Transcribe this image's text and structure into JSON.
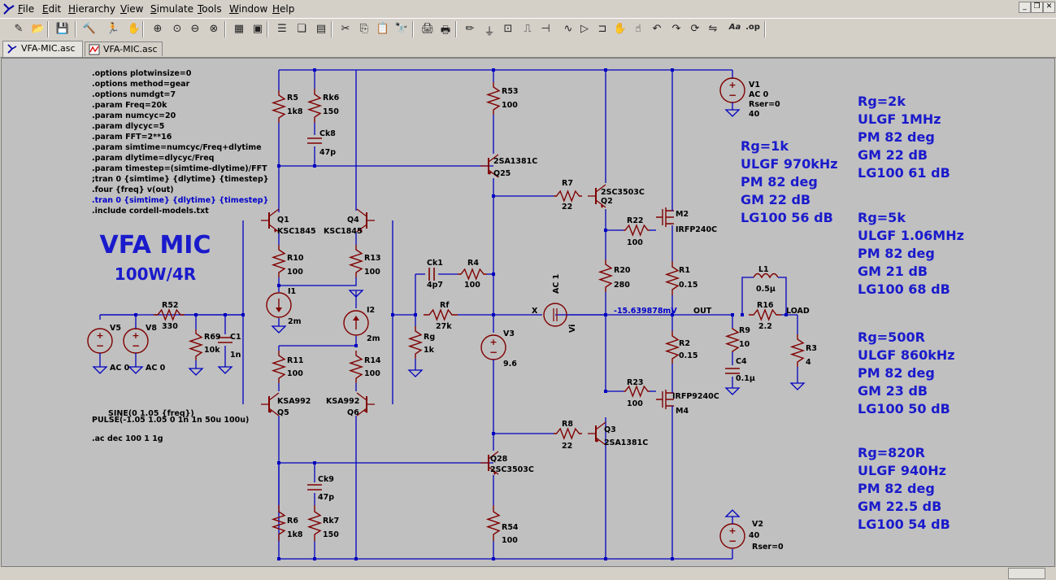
{
  "menu": [
    "File",
    "Edit",
    "Hierarchy",
    "View",
    "Simulate",
    "Tools",
    "Window",
    "Help"
  ],
  "tabs": [
    {
      "label": "VFA-MIC.asc",
      "active": true
    },
    {
      "label": "VFA-MIC.asc",
      "active": false
    }
  ],
  "toolbar_icons": [
    "new-schematic-icon",
    "open-icon",
    "save-icon",
    "control-panel-icon",
    "run-icon",
    "halt-icon",
    "zoom-in-icon",
    "zoom-full-icon",
    "zoom-out-icon",
    "zoom-cancel-icon",
    "view-netlist-icon",
    "fit-icon",
    "tile-horizontal-icon",
    "cascade-icon",
    "close-all-icon",
    "cut-icon",
    "copy-icon",
    "paste-icon",
    "find-icon",
    "print-setup-icon",
    "print-icon",
    "wire-icon",
    "ground-icon",
    "label-net-icon",
    "resistor-icon",
    "capacitor-icon",
    "inductor-icon",
    "diode-icon",
    "component-icon",
    "move-icon",
    "drag-icon",
    "undo-icon",
    "redo-icon",
    "rotate-icon",
    "mirror-icon",
    "text-icon",
    "spice-directive-icon"
  ],
  "directives": [
    ".options plotwinsize=0",
    ".options method=gear",
    ".options numdgt=7",
    ".param Freq=20k",
    ".param numcyc=20",
    ".param dlycyc=5",
    ".param FFT=2**16",
    ".param simtime=numcyc/Freq+dlytime",
    ".param dlytime=dlycyc/Freq",
    ".param timestep=(simtime-dlytime)/FFT",
    ";tran 0 {simtime} {dlytime} {timestep}",
    ".four {freq} v(out)",
    ".tran 0 {simtime} {dlytime} {timestep}",
    ".include cordell-models.txt"
  ],
  "title": "VFA MIC",
  "subtitle": "100W/4R",
  "sine_label": "SINE(0 1.05 {freq})",
  "pulse_label": "PULSE(-1.05 1.05 0 1n 1n 50u 100u)",
  "ac_label": ".ac dec 100 1 1g",
  "probe_value": "-15.639878mV",
  "components": {
    "R5": {
      "name": "R5",
      "value": "1k8"
    },
    "Rk6": {
      "name": "Rk6",
      "value": "150"
    },
    "Ck8": {
      "name": "Ck8",
      "value": "47p"
    },
    "R53": {
      "name": "R53",
      "value": "100"
    },
    "Q25": {
      "name": "Q25",
      "model": "2SA1381C"
    },
    "R7": {
      "name": "R7",
      "value": "22"
    },
    "Q2": {
      "name": "Q2",
      "model": "2SC3503C"
    },
    "M2": {
      "name": "M2",
      "model": "IRFP240C"
    },
    "R22": {
      "name": "R22",
      "value": "100"
    },
    "V1": {
      "name": "V1",
      "ac": "AC 0",
      "rser": "Rser=0",
      "value": "40"
    },
    "Q1": {
      "name": "Q1",
      "model": "KSC1845"
    },
    "Q4": {
      "name": "Q4",
      "model": "KSC1845"
    },
    "R10": {
      "name": "R10",
      "value": "100"
    },
    "R13": {
      "name": "R13",
      "value": "100"
    },
    "I1": {
      "name": "I1",
      "value": "2m"
    },
    "I2": {
      "name": "I2",
      "value": "2m"
    },
    "Ck1": {
      "name": "Ck1",
      "value": "4p7"
    },
    "R4": {
      "name": "R4",
      "value": "100"
    },
    "R20": {
      "name": "R20",
      "value": "280"
    },
    "R1": {
      "name": "R1",
      "value": "0.15"
    },
    "L1": {
      "name": "L1",
      "value": "0.5µ"
    },
    "AC1": {
      "name": "AC 1",
      "pin_x": "X",
      "pin_vi": "Vi"
    },
    "R52": {
      "name": "R52",
      "value": "330"
    },
    "V5": {
      "name": "V5",
      "ac": "AC 0"
    },
    "V8": {
      "name": "V8",
      "ac": "AC 0"
    },
    "R69": {
      "name": "R69",
      "value": "10k"
    },
    "C1": {
      "name": "C1",
      "value": "1n"
    },
    "Rf": {
      "name": "Rf",
      "value": "27k"
    },
    "Rg": {
      "name": "Rg",
      "value": "1k"
    },
    "V3": {
      "name": "V3",
      "value": "9.6"
    },
    "R9": {
      "name": "R9",
      "value": "10"
    },
    "R16": {
      "name": "R16",
      "value": "2.2"
    },
    "C4": {
      "name": "C4",
      "value": "0.1µ"
    },
    "R3": {
      "name": "R3",
      "value": "4"
    },
    "R2": {
      "name": "R2",
      "value": "0.15"
    },
    "R11": {
      "name": "R11",
      "value": "100"
    },
    "R14": {
      "name": "R14",
      "value": "100"
    },
    "Q5": {
      "name": "Q5",
      "model": "KSA992"
    },
    "Q6": {
      "name": "Q6",
      "model": "KSA992"
    },
    "R23": {
      "name": "R23",
      "value": "100"
    },
    "M4": {
      "name": "M4",
      "model": "IRFP9240C"
    },
    "R8": {
      "name": "R8",
      "value": "22"
    },
    "Q3": {
      "name": "Q3",
      "model": "2SA1381C"
    },
    "Q28": {
      "name": "Q28",
      "model": "2SC3503C"
    },
    "Ck9": {
      "name": "Ck9",
      "value": "47p"
    },
    "R6": {
      "name": "R6",
      "value": "1k8"
    },
    "Rk7": {
      "name": "Rk7",
      "value": "150"
    },
    "R54": {
      "name": "R54",
      "value": "100"
    },
    "V2": {
      "name": "V2",
      "value": "40",
      "rser": "Rser=0"
    }
  },
  "net_labels": {
    "out": "OUT",
    "load": "LOAD"
  },
  "results": [
    {
      "rg": "Rg=1k",
      "ulgf": "ULGF 970kHz",
      "pm": "PM 82 deg",
      "gm": "GM 22 dB",
      "lg": "LG100 56 dB"
    },
    {
      "rg": "Rg=2k",
      "ulgf": "ULGF 1MHz",
      "pm": "PM 82 deg",
      "gm": "GM 22 dB",
      "lg": "LG100 61 dB"
    },
    {
      "rg": "Rg=5k",
      "ulgf": "ULGF 1.06MHz",
      "pm": "PM 82 deg",
      "gm": "GM 21 dB",
      "lg": "LG100 68 dB"
    },
    {
      "rg": "Rg=500R",
      "ulgf": "ULGF 860kHz",
      "pm": "PM 82 deg",
      "gm": "GM 23 dB",
      "lg": "LG100 50 dB"
    },
    {
      "rg": "Rg=820R",
      "ulgf": "ULGF 940Hz",
      "pm": "PM 82 deg",
      "gm": "GM 22.5 dB",
      "lg": "LG100 54 dB"
    }
  ],
  "colors": {
    "wire": "#0000c0",
    "component": "#800000",
    "annotation": "#1a1acc",
    "canvas": "#c0c0c0"
  }
}
